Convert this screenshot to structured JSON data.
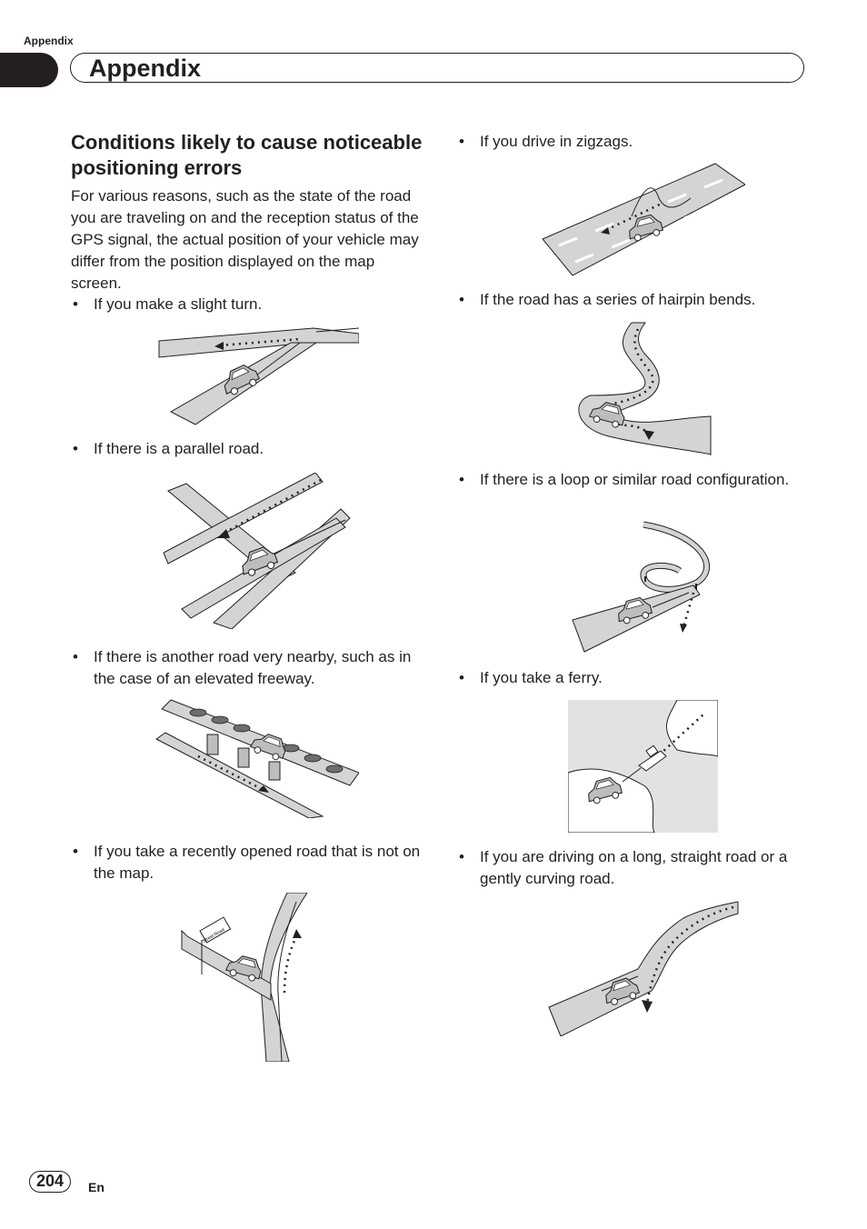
{
  "header": {
    "running_head": "Appendix",
    "section_title": "Appendix"
  },
  "content": {
    "heading": "Conditions likely to cause noticeable positioning errors",
    "intro": "For various reasons, such as the state of the road you are traveling on and the reception status of the GPS signal, the actual position of your vehicle may differ from the position displayed on the map screen.",
    "bullets": [
      "If you make a slight turn.",
      "If there is a parallel road.",
      "If there is another road very nearby, such as in the case of an elevated freeway.",
      "If you take a recently opened road that is not on the map.",
      "If you drive in zigzags.",
      "If the road has a series of hairpin bends.",
      "If there is a loop or similar road configuration.",
      "If you take a ferry.",
      "If you are driving on a long, straight road or a gently curving road."
    ],
    "sign_text": "Street Road"
  },
  "footer": {
    "page_number": "204",
    "language": "En"
  },
  "colors": {
    "text": "#231f20",
    "road": "#d4d4d4",
    "sea": "#e2e2e2",
    "car": "#bdbdbd"
  }
}
